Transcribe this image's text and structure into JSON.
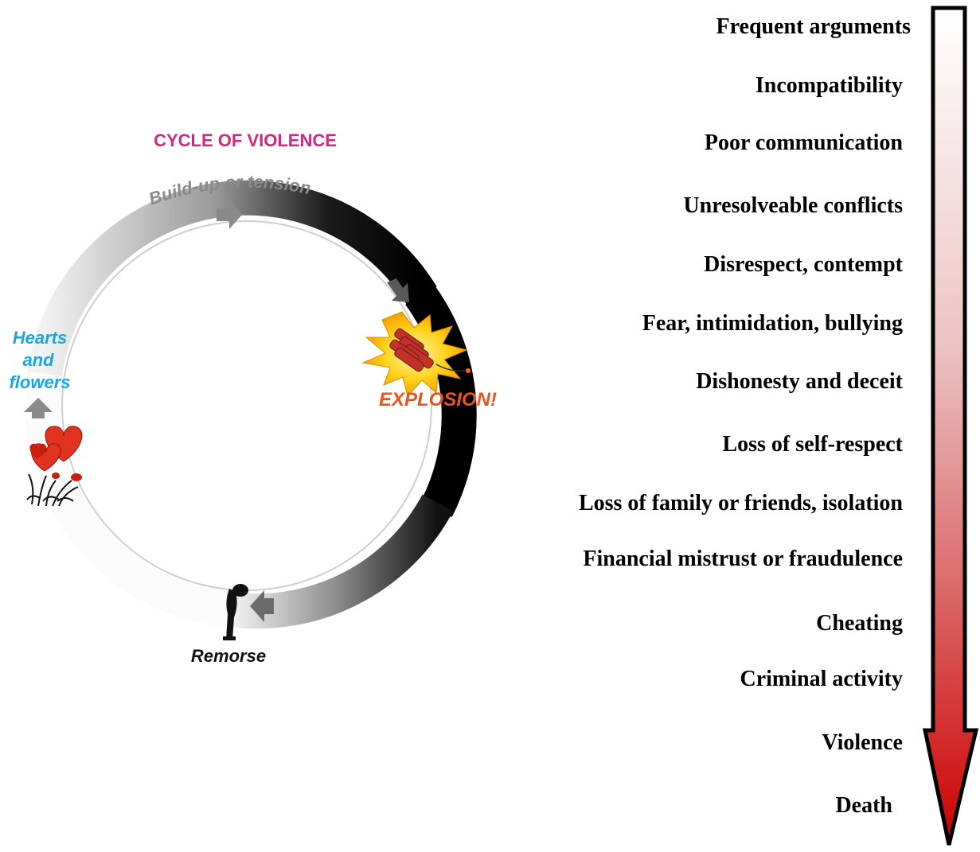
{
  "cycle": {
    "title": "CYCLE OF VIOLENCE",
    "stages": {
      "buildup": "Build-up or tension",
      "explosion": "EXPLOSION!",
      "remorse": "Remorse",
      "hearts_line1": "Hearts",
      "hearts_line2": "and",
      "hearts_line3": "flowers"
    },
    "colors": {
      "title": "#d1277f",
      "hearts": "#1aa6e0",
      "explosion": "#e8531f",
      "arrow": "#8a8a8a"
    }
  },
  "escalation": {
    "items": [
      "Frequent arguments",
      "Incompatibility",
      "Poor communication",
      "Unresolveable conflicts",
      "Disrespect, contempt",
      "Fear, intimidation, bullying",
      "Dishonesty and deceit",
      "Loss of self-respect",
      "Loss of family or friends, isolation",
      "Financial mistrust or fraudulence",
      "Cheating",
      "Criminal activity",
      "Violence",
      "Death"
    ],
    "arrow_colors": {
      "top": "#ffffff",
      "bottom": "#cc0000"
    }
  }
}
